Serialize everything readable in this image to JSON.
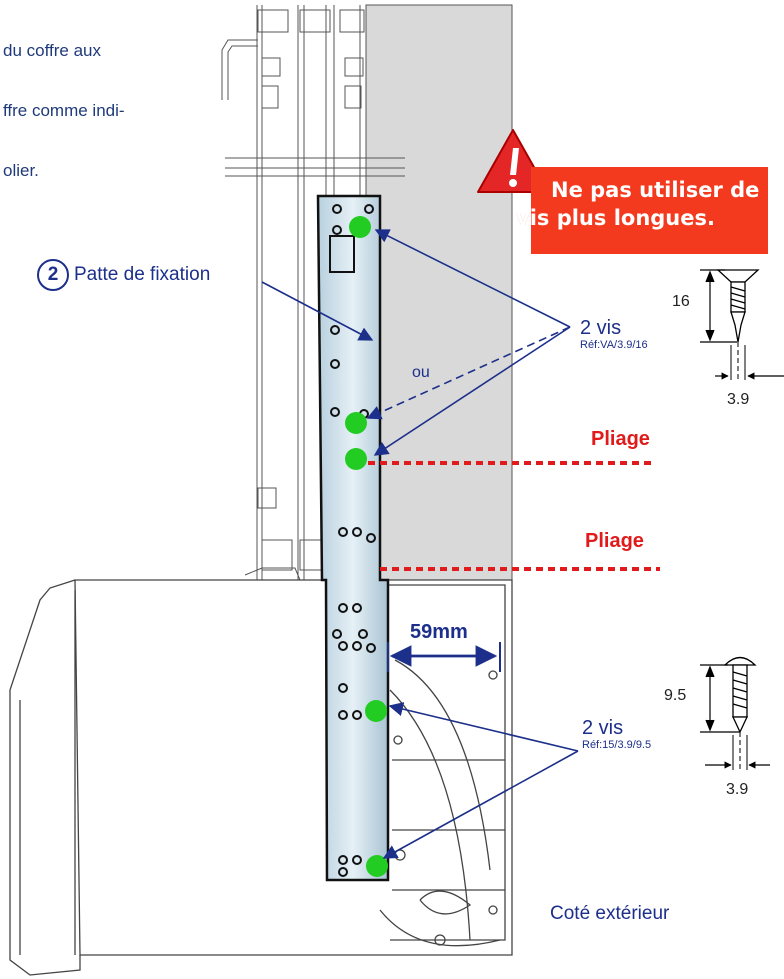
{
  "intro_lines": [
    "du coffre aux",
    "ffre comme indi-",
    "olier."
  ],
  "warning": {
    "line1": "Ne pas utiliser de",
    "line2": "vis plus longues.",
    "icon": "warning-triangle-icon"
  },
  "part": {
    "number": "2",
    "label": "Patte de fixation"
  },
  "screws_top": {
    "count_label": "2 vis",
    "ref": "Réf:VA/3.9/16",
    "or_label": "ou",
    "length": "16",
    "diameter": "3.9"
  },
  "screws_bottom": {
    "count_label": "2 vis",
    "ref": "Réf:15/3.9/9.5",
    "length": "9.5",
    "diameter": "3.9"
  },
  "pliage_label": "Pliage",
  "pliage_label_2": "Pliage",
  "dimension_59": "59mm",
  "side_label": "Coté extérieur",
  "colors": {
    "arrow": "#1c2f8a",
    "fold_line": "#e11b1b",
    "warning_bg": "#f43a1e",
    "screw_dot": "#22cc22",
    "wall": "#d9d9d9"
  }
}
